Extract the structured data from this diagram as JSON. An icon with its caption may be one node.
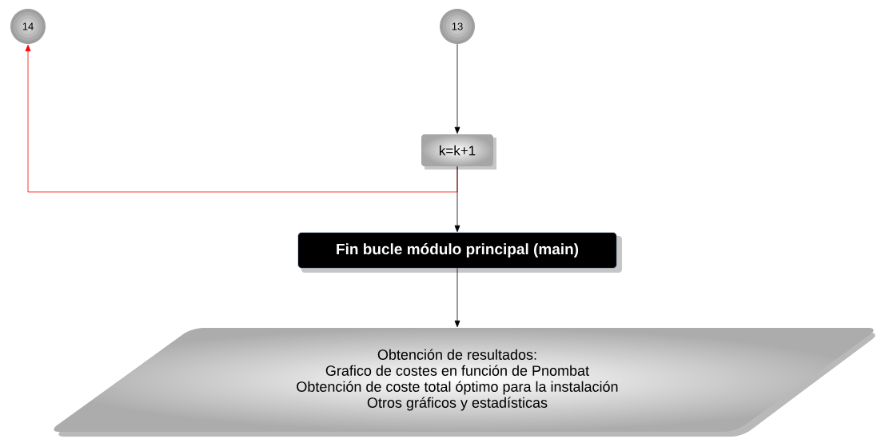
{
  "diagram": {
    "nodes": [
      {
        "text": [
          "14"
        ]
      },
      {
        "text": [
          "13"
        ]
      },
      {
        "text": [
          "k=k+1"
        ]
      },
      {
        "text": [
          "Fin bucle módulo principal (main)"
        ]
      },
      {
        "text": [
          "Obtención de resultados:",
          "Grafico de costes en función de Pnombat",
          "Obtención de coste total óptimo para la instalación",
          "Otros gráficos y estadísticas"
        ]
      }
    ],
    "edges": [
      {
        "from": 1,
        "to": 2,
        "arrow": "to"
      },
      {
        "from": 2,
        "to": 0,
        "arrow": "to",
        "color": "#ff0000"
      },
      {
        "from": 2,
        "to": 3,
        "arrow": "to"
      },
      {
        "from": 3,
        "to": 4,
        "arrow": "to"
      }
    ]
  }
}
